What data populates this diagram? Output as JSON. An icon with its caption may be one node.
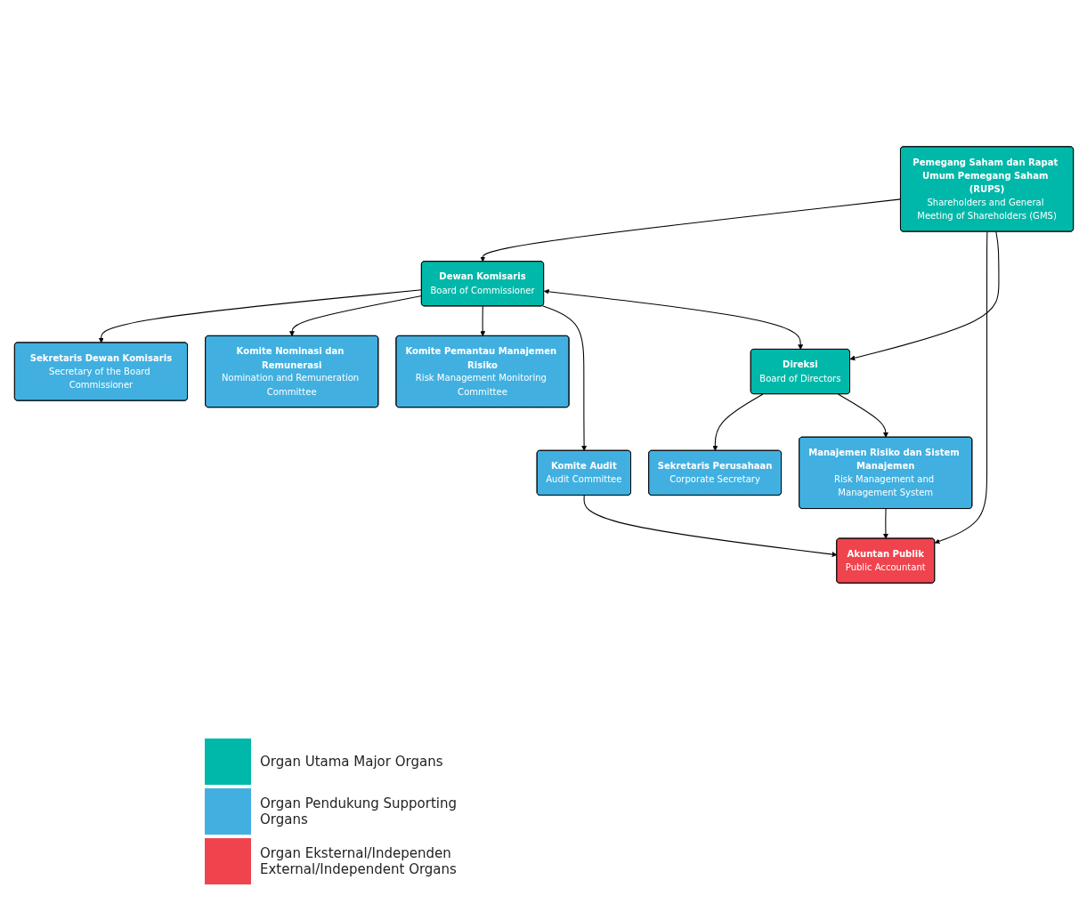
{
  "diagram": {
    "nodes": [
      {
        "text": [
          "Pemegang Saham dan Rapat Umum Pemegang Saham (RUPS)",
          "Shareholders and General Meeting of Shareholders (GMS)"
        ]
      },
      {
        "text": [
          "Sekretaris Dewan Komisaris",
          "Secretary of the Board Commissioner"
        ]
      },
      {
        "text": [
          "Komite Nominasi dan Remunerasi",
          "Nomination and Remuneration Committee"
        ]
      },
      {
        "text": [
          "Komite Pemantau Manajemen Risiko",
          "Risk Management Monitoring Committee"
        ]
      },
      {
        "text": [
          "Komite Audit",
          "Audit Committee"
        ]
      },
      {
        "text": [
          "Dewan Komisaris",
          "Board of Commissioner"
        ]
      },
      {
        "text": [
          "Direksi",
          "Board of Directors"
        ]
      },
      {
        "text": [
          "Sekretaris Perusahaan",
          "Corporate Secretary"
        ]
      },
      {
        "text": [
          "Manajemen Risiko dan Sistem Manajemen",
          "Risk Management and Management System"
        ]
      },
      {
        "text": [
          "Akuntan Publik",
          "Public Accountant"
        ]
      }
    ],
    "edges": [
      {
        "from": 0,
        "to": 5,
        "arrow": "to"
      },
      {
        "from": 0,
        "to": 9,
        "arrow": "to"
      },
      {
        "from": 0,
        "to": 6,
        "arrow": "to"
      },
      {
        "from": 5,
        "to": 1,
        "arrow": "to"
      },
      {
        "from": 5,
        "to": 2,
        "arrow": "to"
      },
      {
        "from": 5,
        "to": 3,
        "arrow": "to"
      },
      {
        "from": 5,
        "to": 4,
        "arrow": "to"
      },
      {
        "from": 5,
        "to": 6,
        "arrow": "both"
      },
      {
        "from": 6,
        "to": 7,
        "arrow": "to"
      },
      {
        "from": 6,
        "to": 8,
        "arrow": "to"
      },
      {
        "from": 4,
        "to": 9,
        "arrow": "to"
      },
      {
        "from": 8,
        "to": 9,
        "arrow": "to"
      }
    ],
    "legend": [
      {
        "text": "Organ Utama Major Organs",
        "color": "#00b8a9"
      },
      {
        "text": "Organ Pendukung Supporting Organs",
        "color": "#41b0e0"
      },
      {
        "text": "Organ Eksternal/Independen External/Independent Organs",
        "color": "#ef444e"
      }
    ]
  }
}
